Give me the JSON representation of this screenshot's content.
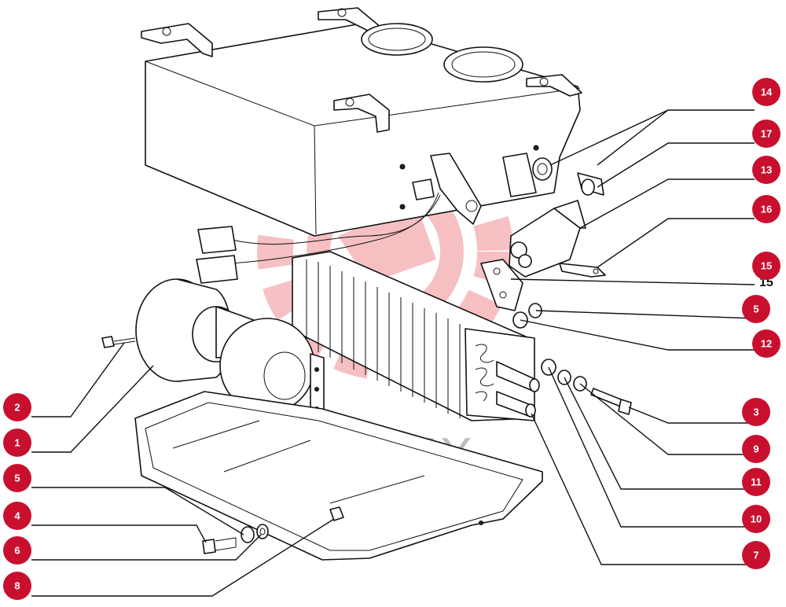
{
  "watermark": {
    "text": "ИНТЕХ",
    "color": "#e0202a"
  },
  "callout_color": "#c8102e",
  "callouts": [
    "2",
    "1",
    "5",
    "4",
    "6",
    "8",
    "14",
    "17",
    "13",
    "16",
    "15",
    "5",
    "12",
    "3",
    "9",
    "11",
    "10",
    "7"
  ],
  "partial_text": "15"
}
